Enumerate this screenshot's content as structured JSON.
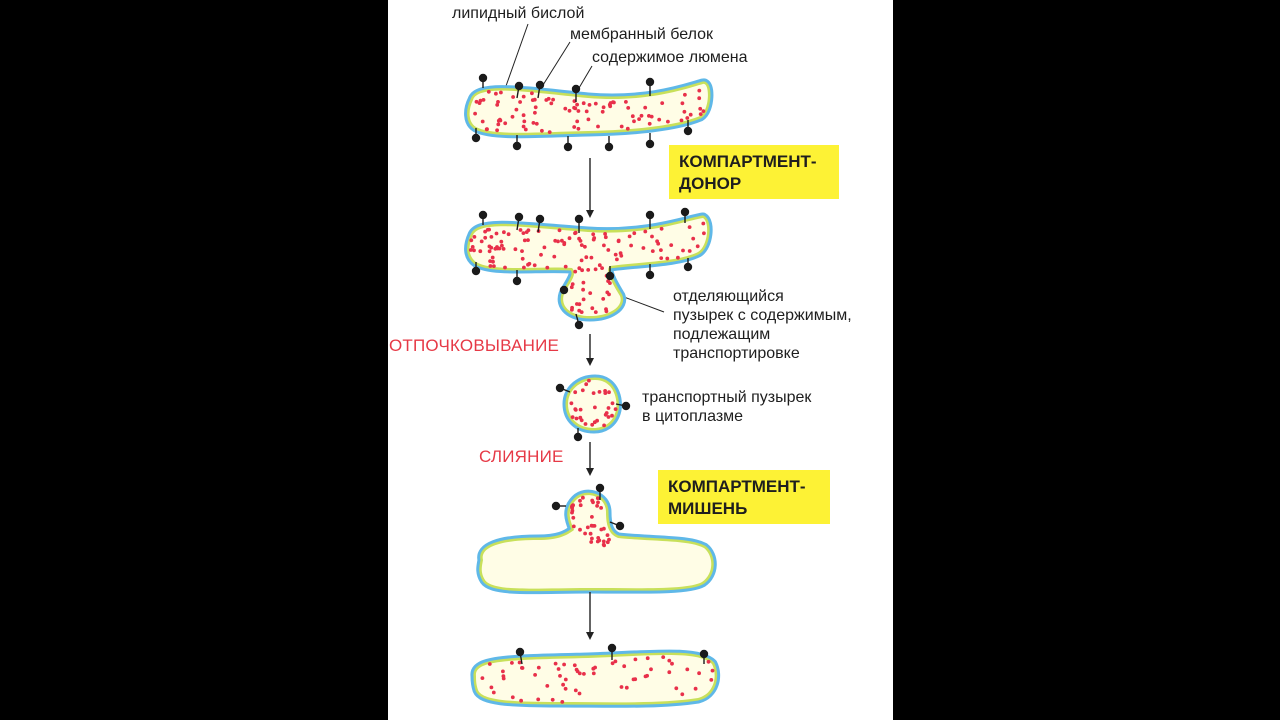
{
  "labels": {
    "lipid_bilayer": "липидный бислой",
    "membrane_protein": "мембранный белок",
    "lumen_content": "содержимое люмена",
    "budding_vesicle": [
      "отделяющийся",
      "пузырек с содержимым,",
      "подлежащим",
      "транспортировке"
    ],
    "transport_vesicle": [
      "транспортный пузырек",
      "в цитоплазме"
    ]
  },
  "compartments": {
    "donor": [
      "КОМПАРТМЕНТ-",
      "ДОНОР"
    ],
    "target": [
      "КОМПАРТМЕНТ-",
      "МИШЕНЬ"
    ]
  },
  "steps": {
    "budding": "ОТПОЧКОВЫВАНИЕ",
    "fusion": "СЛИЯНИЕ"
  },
  "colors": {
    "membrane_outer": "#5fb8e8",
    "membrane_inner": "#c8e05a",
    "lumen": "#fffde6",
    "cargo": "#e8304a",
    "protein": "#1a1a1a",
    "highlight_box": "#fdf235",
    "step_text": "#e63946",
    "background_outer": "#000000",
    "background_panel": "#ffffff"
  }
}
